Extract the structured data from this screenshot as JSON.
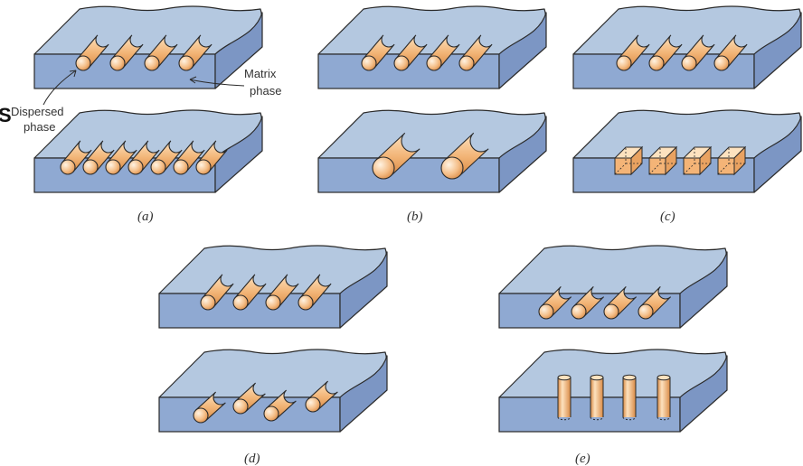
{
  "colors": {
    "slab_top": "#b4c8e0",
    "slab_front": "#8fa9d2",
    "slab_side": "#7c96c4",
    "outline": "#2a2a2a",
    "fiber_light": "#fde2bf",
    "fiber_mid": "#f2b476",
    "fiber_dark": "#d98a45"
  },
  "labels": {
    "a": "(a)",
    "b": "(b)",
    "c": "(c)",
    "d": "(d)",
    "e": "(e)"
  },
  "annotations": {
    "dispersed": "Dispersed\nphase",
    "matrix": "Matrix\nphase",
    "edge_mark": "S"
  }
}
